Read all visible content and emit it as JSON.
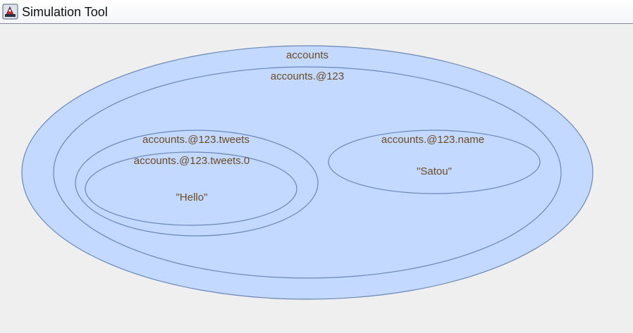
{
  "window": {
    "title": "Simulation Tool",
    "icon": "java-app-icon"
  },
  "colors": {
    "node_fill": "#c3d9ff",
    "node_stroke": "#6b87b8",
    "label_text": "#6b4a2a"
  },
  "diagram": {
    "nodes": {
      "accounts": {
        "label": "accounts"
      },
      "account_123": {
        "label": "accounts.@123"
      },
      "tweets": {
        "label": "accounts.@123.tweets"
      },
      "tweets_0": {
        "label": "accounts.@123.tweets.0",
        "value": "\"Hello\""
      },
      "name": {
        "label": "accounts.@123.name",
        "value": "\"Satou\""
      }
    }
  }
}
